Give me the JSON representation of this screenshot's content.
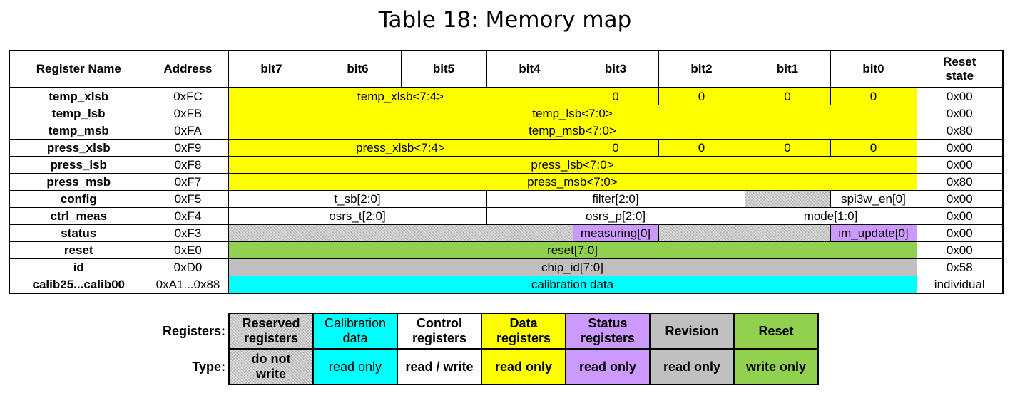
{
  "title": "Table 18: Memory map",
  "headers": {
    "register_name": "Register Name",
    "address": "Address",
    "bit7": "bit7",
    "bit6": "bit6",
    "bit5": "bit5",
    "bit4": "bit4",
    "bit3": "bit3",
    "bit2": "bit2",
    "bit1": "bit1",
    "bit0": "bit0",
    "reset_state_line1": "Reset",
    "reset_state_line2": "state"
  },
  "rows": {
    "temp_xlsb": {
      "name": "temp_xlsb",
      "address": "0xFC",
      "field": "temp_xlsb<7:4>",
      "bit3": "0",
      "bit2": "0",
      "bit1": "0",
      "bit0": "0",
      "reset": "0x00"
    },
    "temp_lsb": {
      "name": "temp_lsb",
      "address": "0xFB",
      "field": "temp_lsb<7:0>",
      "reset": "0x00"
    },
    "temp_msb": {
      "name": "temp_msb",
      "address": "0xFA",
      "field": "temp_msb<7:0>",
      "reset": "0x80"
    },
    "press_xlsb": {
      "name": "press_xlsb",
      "address": "0xF9",
      "field": "press_xlsb<7:4>",
      "bit3": "0",
      "bit2": "0",
      "bit1": "0",
      "bit0": "0",
      "reset": "0x00"
    },
    "press_lsb": {
      "name": "press_lsb",
      "address": "0xF8",
      "field": "press_lsb<7:0>",
      "reset": "0x00"
    },
    "press_msb": {
      "name": "press_msb",
      "address": "0xF7",
      "field": "press_msb<7:0>",
      "reset": "0x80"
    },
    "config": {
      "name": "config",
      "address": "0xF5",
      "t_sb": "t_sb[2:0]",
      "filter": "filter[2:0]",
      "spi3w_en": "spi3w_en[0]",
      "reset": "0x00"
    },
    "ctrl_meas": {
      "name": "ctrl_meas",
      "address": "0xF4",
      "osrs_t": "osrs_t[2:0]",
      "osrs_p": "osrs_p[2:0]",
      "mode": "mode[1:0]",
      "reset": "0x00"
    },
    "status": {
      "name": "status",
      "address": "0xF3",
      "measuring": "measuring[0]",
      "im_update": "im_update[0]",
      "reset": "0x00"
    },
    "reset": {
      "name": "reset",
      "address": "0xE0",
      "field": "reset[7:0]",
      "reset": "0x00"
    },
    "id": {
      "name": "id",
      "address": "0xD0",
      "field": "chip_id[7:0]",
      "reset": "0x58"
    },
    "calib": {
      "name": "calib25...calib00",
      "address": "0xA1...0x88",
      "field": "calibration data",
      "reset": "individual"
    }
  },
  "legend": {
    "registers_label": "Registers:",
    "type_label": "Type:",
    "categories": [
      {
        "name_line1": "Reserved",
        "name_line2": "registers",
        "type_line1": "do not",
        "type_line2": "write"
      },
      {
        "name_line1": "Calibration",
        "name_line2": "data",
        "type": "read only"
      },
      {
        "name_line1": "Control",
        "name_line2": "registers",
        "type": "read / write"
      },
      {
        "name_line1": "Data",
        "name_line2": "registers",
        "type": "read only"
      },
      {
        "name_line1": "Status",
        "name_line2": "registers",
        "type": "read only"
      },
      {
        "name": "Revision",
        "type": "read only"
      },
      {
        "name": "Reset",
        "type": "write only"
      }
    ]
  },
  "colors": {
    "data": "#ffff00",
    "calibration": "#00ffff",
    "control": "#ffffff",
    "status": "#cc99ff",
    "revision": "#c0c0c0",
    "reset": "#92d050",
    "reserved": "#c8c8c8"
  }
}
